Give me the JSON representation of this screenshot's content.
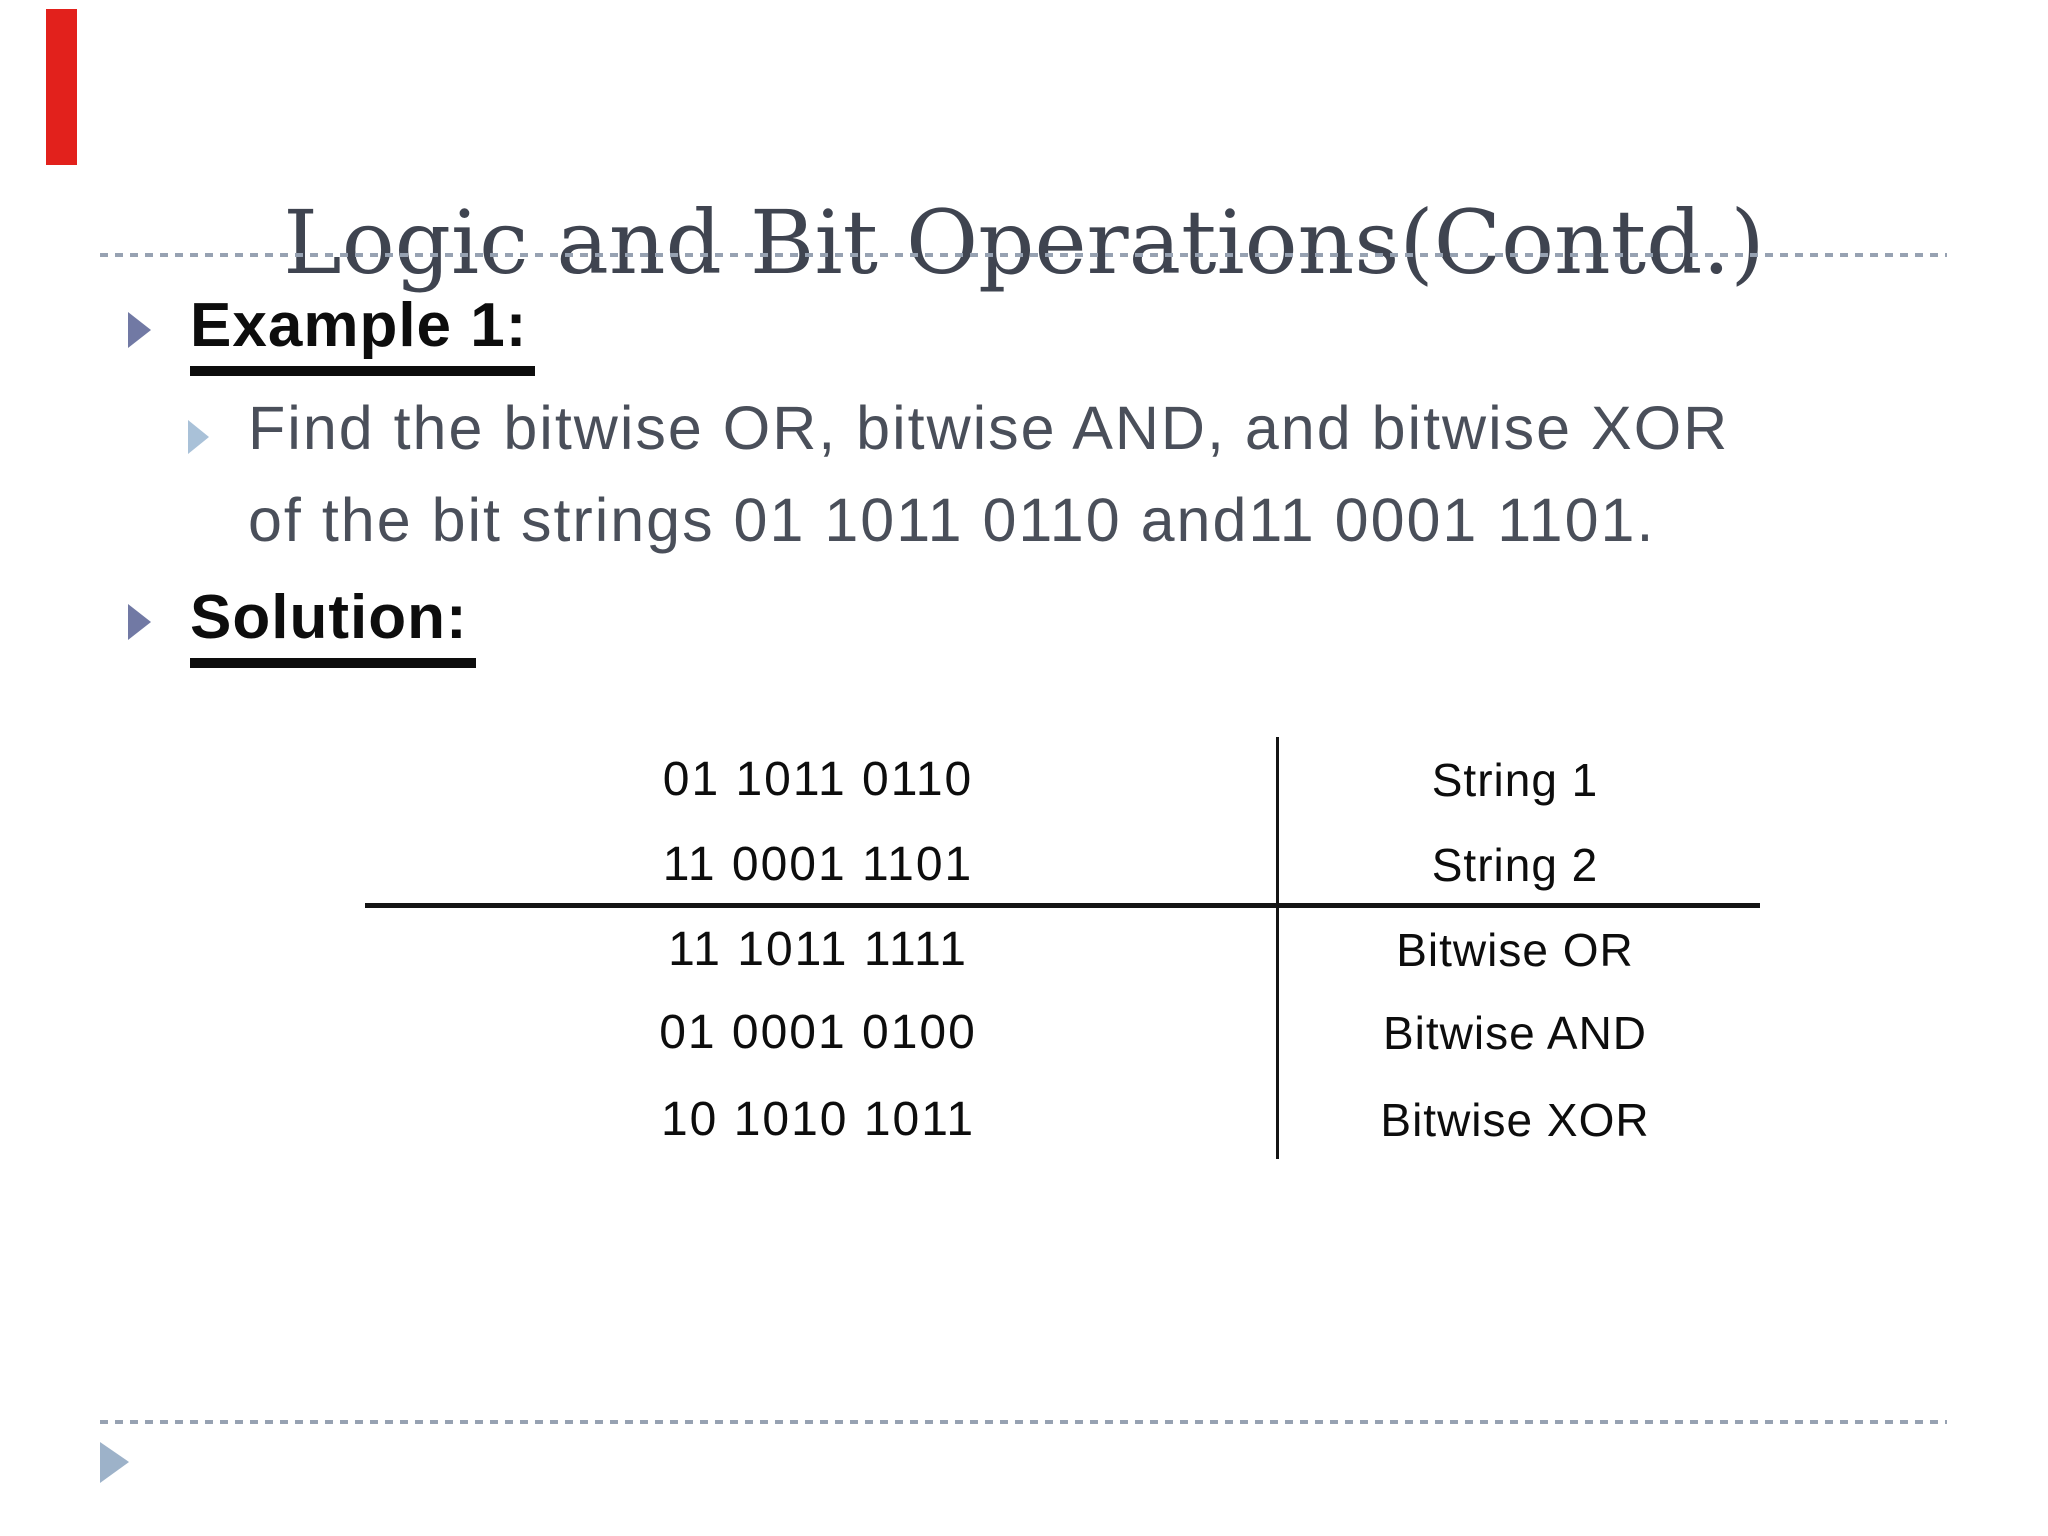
{
  "slide": {
    "title": "Logic and Bit Operations(Contd.)",
    "bullets": {
      "example_label": "Example 1:",
      "example_body_line1": "Find the bitwise OR, bitwise AND, and bitwise XOR",
      "example_body_line2": "of the bit strings 01 1011 0110 and11 0001 1101.",
      "solution_label": "Solution:"
    },
    "table": {
      "rows": [
        {
          "bits": "01 1011 0110",
          "label": "String 1"
        },
        {
          "bits": "11 0001 1101",
          "label": "String 2"
        },
        {
          "bits": "11 1011 1111",
          "label": "Bitwise OR"
        },
        {
          "bits": "01 0001 0100",
          "label": "Bitwise AND"
        },
        {
          "bits": "10 1010 1011",
          "label": "Bitwise XOR"
        }
      ]
    }
  },
  "colors": {
    "accent_red_bar": "#e2211c",
    "title_text": "#3f4450",
    "body_text": "#4a4f5a",
    "black_text": "#0d0d0d",
    "bullet_l1": "#7179a4",
    "bullet_l2": "#a9c1d8",
    "footer_arrow": "#9db2c9",
    "dashed_line": "#97a2b2",
    "table_line": "#141414"
  }
}
